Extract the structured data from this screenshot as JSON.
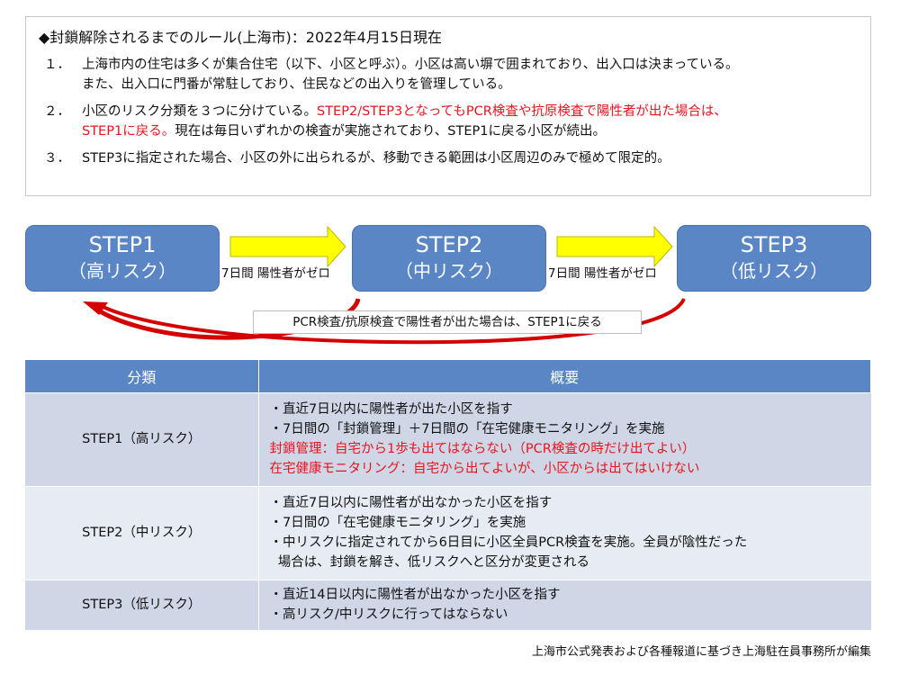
{
  "rules": {
    "title": "◆封鎖解除されるまでのルール(上海市)：2022年4月15日現在",
    "items": [
      {
        "num": "１．",
        "parts": [
          "上海市内の住宅は多くが集合住宅（以下、小区と呼ぶ）。小区は高い塀で囲まれており、出入口は決まっている。"
        ],
        "line2": "また、出入口に門番が常駐しており、住民などの出入りを管理している。"
      },
      {
        "num": "２．",
        "plain": "小区のリスク分類を３つに分けている。",
        "red1": "STEP2/STEP3となってもPCR検査や抗原検査で陽性者が出た場合は、",
        "red2": "STEP1に戻る。",
        "plain2": "現在は毎日いずれかの検査が実施されており、STEP1に戻る小区が続出。"
      },
      {
        "num": "３．",
        "text": "STEP3に指定された場合、小区の外に出られるが、移動できる範囲は小区周辺のみで極めて限定的。"
      }
    ]
  },
  "flow": {
    "steps": [
      {
        "title": "STEP1",
        "sub": "（高リスク）"
      },
      {
        "title": "STEP2",
        "sub": "（中リスク）"
      },
      {
        "title": "STEP3",
        "sub": "（低リスク）"
      }
    ],
    "arrow_label_1": "7日間 陽性者がゼロ",
    "arrow_label_2": "7日間 陽性者がゼロ",
    "back_label": "PCR検査/抗原検査で陽性者が出た場合は、STEP1に戻る",
    "colors": {
      "step": "#5a86c5",
      "forward_arrow": "#ffff00",
      "back_arrow": "#d40000"
    }
  },
  "table": {
    "headers": [
      "分類",
      "概要"
    ],
    "rows": [
      {
        "category": "STEP1（高リスク）",
        "lines": [
          {
            "text": "・直近7日以内に陽性者が出た小区を指す",
            "red": false
          },
          {
            "text": "・7日間の「封鎖管理」＋7日間の「在宅健康モニタリング」を実施",
            "red": false
          },
          {
            "text": "封鎖管理：自宅から1歩も出てはならない（PCR検査の時だけ出てよい）",
            "red": true
          },
          {
            "text": "在宅健康モニタリング：自宅から出てよいが、小区からは出てはいけない",
            "red": true
          }
        ]
      },
      {
        "category": "STEP2（中リスク）",
        "lines": [
          {
            "text": "・直近7日以内に陽性者が出なかった小区を指す",
            "red": false
          },
          {
            "text": "・7日間の「在宅健康モニタリング」を実施",
            "red": false
          },
          {
            "text": "・中リスクに指定されてから6日目に小区全員PCR検査を実施。全員が陰性だった",
            "red": false
          },
          {
            "text": "  場合は、封鎖を解き、低リスクへと区分が変更される",
            "red": false
          }
        ]
      },
      {
        "category": "STEP3（低リスク）",
        "lines": [
          {
            "text": "・直近14日以内に陽性者が出なかった小区を指す",
            "red": false
          },
          {
            "text": "・高リスク/中リスクに行ってはならない",
            "red": false
          }
        ]
      }
    ]
  },
  "source": "上海市公式発表および各種報道に基づき上海駐在員事務所が編集"
}
